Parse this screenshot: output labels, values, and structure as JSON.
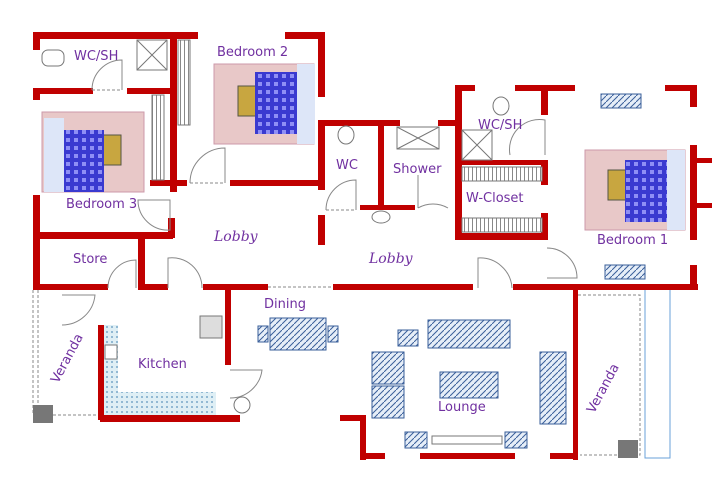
{
  "title": "House floor plan",
  "colors": {
    "wall": "#c00000",
    "label": "#7030a0",
    "bed_cover": "#3a3ad0",
    "rug": "#e8c8c8"
  },
  "rooms": {
    "wc_sh_left": "WC/SH",
    "bedroom_2": "Bedroom 2",
    "bedroom_3": "Bedroom 3",
    "wc": "WC",
    "shower": "Shower",
    "wc_sh_right": "WC/SH",
    "w_closet": "W-Closet",
    "bedroom_1": "Bedroom 1",
    "lobby_left": "Lobby",
    "lobby_right": "Lobby",
    "store": "Store",
    "dining": "Dining",
    "kitchen": "Kitchen",
    "lounge": "Lounge",
    "veranda_left": "Veranda",
    "veranda_right": "Veranda"
  }
}
